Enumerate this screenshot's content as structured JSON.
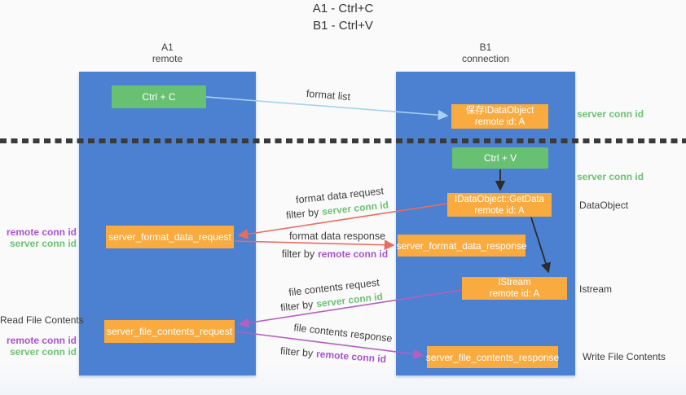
{
  "title": {
    "line1": "A1 - Ctrl+C",
    "line2": "B1 - Ctrl+V"
  },
  "columns": {
    "left": {
      "name": "A1",
      "subtitle": "remote"
    },
    "right": {
      "name": "B1",
      "subtitle": "connection"
    }
  },
  "nodes": {
    "ctrl_c": {
      "label": "Ctrl + C"
    },
    "ctrl_v": {
      "label": "Ctrl + V"
    },
    "save_dataobject": {
      "line1": "保存IDataObject",
      "line2": "remote id: A"
    },
    "getdata": {
      "line1": "IDataObject::GetData",
      "line2": "remote id: A"
    },
    "istream": {
      "line1": "IStream",
      "line2": "remote id: A"
    },
    "format_request": {
      "label": "server_format_data_request"
    },
    "format_response": {
      "label": "server_format_data_response"
    },
    "file_request": {
      "label": "server_file_contents_request"
    },
    "file_response": {
      "label": "server_file_contents_response"
    }
  },
  "arrows": {
    "format_list": {
      "label": "format list"
    },
    "format_data_request": {
      "label": "format data request",
      "filter_prefix": "filter by",
      "filter_key": "server conn id"
    },
    "format_data_response": {
      "label": "format data response",
      "filter_prefix": "filter by",
      "filter_key": "remote conn id"
    },
    "file_contents_request": {
      "label": "file contents request",
      "filter_prefix": "filter by",
      "filter_key": "server conn id"
    },
    "file_contents_response": {
      "label": "file contents response",
      "filter_prefix": "filter by",
      "filter_key": "remote conn id"
    }
  },
  "side_labels": {
    "right_server_conn_top": "server conn id",
    "right_server_conn_mid": "server conn id",
    "dataobject": "DataObject",
    "istream": "Istream",
    "write_file_contents": "Write File Contents",
    "left_remote_conn_top": "remote conn id",
    "left_server_conn_top": "server conn id",
    "read_file_contents": "Read File Contents",
    "left_remote_conn_bottom": "remote conn id",
    "left_server_conn_bottom": "server conn id"
  },
  "colors": {
    "column_blue": "#4c80d0",
    "box_green": "#68c072",
    "box_orange": "#f9ab40",
    "arrow_blue": "#a5d2f0",
    "arrow_red": "#e96c60",
    "arrow_purple": "#b55fc0",
    "arrow_black": "#2b2b2b",
    "text_green": "#6cc271",
    "text_purple": "#a853cc",
    "text_dark": "#3c3c3c"
  }
}
